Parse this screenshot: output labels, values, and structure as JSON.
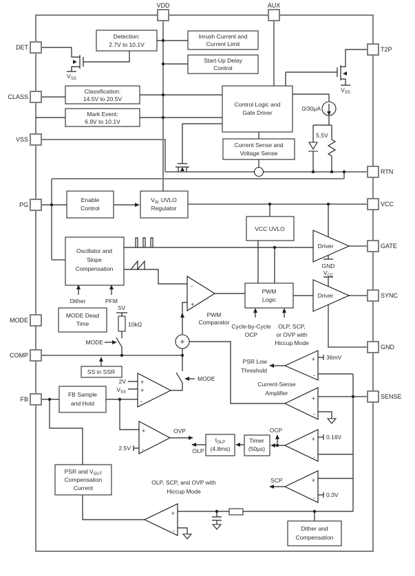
{
  "pins": {
    "vdd": "VDD",
    "aux": "AUX",
    "det": "DET",
    "class": "CLASS",
    "vss": "VSS",
    "pg": "PG",
    "mode": "MODE",
    "comp": "COMP",
    "fb": "FB",
    "t2p": "T2P",
    "rtn": "RTN",
    "vcc": "VCC",
    "gate": "GATE",
    "sync": "SYNC",
    "gnd": "GND",
    "sense": "SENSE"
  },
  "blocks": {
    "detection": {
      "l1": "Detection:",
      "l2": "2.7V to 10.1V"
    },
    "inrush": {
      "l1": "Inrush Current and",
      "l2": "Current Limit"
    },
    "startup": {
      "l1": "Start-Up Delay",
      "l2": "Control"
    },
    "classification": {
      "l1": "Classification:",
      "l2": "14.5V to 20.5V"
    },
    "mark_event": {
      "l1": "Mark Event:",
      "l2": "6.9V to 10.1V"
    },
    "control_logic": {
      "l1": "Control Logic and",
      "l2": "Gate Driver"
    },
    "sense_vs": {
      "l1": "Current Sense and",
      "l2": "Voltage Sense"
    },
    "enable": {
      "l1": "Enable",
      "l2": "Control"
    },
    "vin_uvlo": {
      "v": "V",
      "sub": "IN",
      "rest": "UVLO",
      "l2": "Regulator"
    },
    "vcc_uvlo": {
      "l1": "VCC UVLO"
    },
    "oscillator": {
      "l1": "Oscillator and",
      "l2": "Slope",
      "l3": "Compensation"
    },
    "mode_dead": {
      "l1": "MODE Dead",
      "l2": "Time"
    },
    "pwm_logic": {
      "l1": "PWM",
      "l2": "Logic"
    },
    "ss_ssr": {
      "l1": "SS in SSR"
    },
    "fb_sh": {
      "l1": "FB Sample",
      "l2": "and Hold"
    },
    "tolp": {
      "t": "t",
      "sub": "OLP",
      "l2": "(4.8ms)"
    },
    "timer": {
      "l1": "Timer",
      "l2": "(50µs)"
    },
    "psr_cur": {
      "pre": "PSR and V",
      "sub": "OUT",
      "l2": "Compensation",
      "l3": "Current"
    },
    "dither_comp": {
      "l1": "Dither and",
      "l2": "Compensation"
    }
  },
  "amps": {
    "pwm_comparator_l1": "PWM",
    "pwm_comparator_l2": "Comparator",
    "driver": "Driver",
    "cs_amp_l1": "Current-Sense",
    "cs_amp_l2": "Amplifier"
  },
  "labels": {
    "dither": "Dither",
    "pfm": "PFM",
    "five_v": "5V",
    "r_10k": "10kΩ",
    "mode": "MODE",
    "two_v": "2V",
    "v": "V",
    "ss": "SS",
    "cc": "CC",
    "v2_5": "2.5V",
    "ovp": "OVP",
    "olp": "OLP",
    "ocp": "OCP",
    "scp": "SCP",
    "mv36": "36mV",
    "v0_16": "0.16V",
    "v0_3": "0.3V",
    "i_0_30": "0/30µA",
    "v5_5": "5.5V",
    "gnd": "GND",
    "cycle1": "Cycle-by-Cycle",
    "hiccup1": "OLP, SCP,",
    "hiccup2": "or OVP with",
    "hiccup3": "Hiccup Mode",
    "psr1": "PSR Low",
    "psr2": "Threshold",
    "hiccup_b1": "OLP, SCP, and OVP with",
    "plus": "+",
    "minus": "-"
  }
}
